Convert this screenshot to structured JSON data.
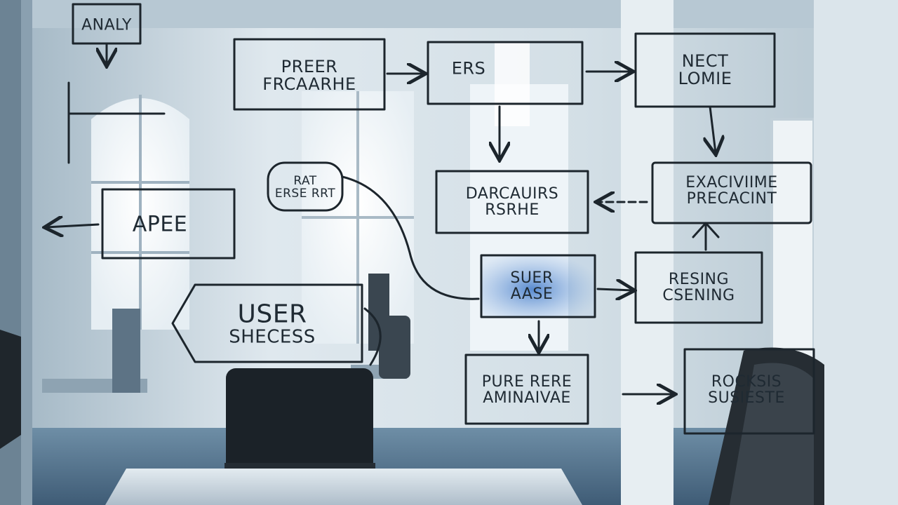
{
  "whiteboard": {
    "notes": {
      "top_tag": "ANALY",
      "preer": [
        "PREER",
        "FRCAARHE"
      ],
      "ers": "ERS",
      "nect": [
        "NECT",
        "LOMIE"
      ],
      "rat": [
        "RAT",
        "ERSE RRT"
      ],
      "dark": [
        "DARCAUIRS",
        "RSRHE"
      ],
      "exac": [
        "EXACIVIIME",
        "PRECACINT"
      ],
      "apee": "APEE",
      "user": [
        "USER",
        "SHECESS"
      ],
      "suer": [
        "SUER",
        "AASE"
      ],
      "resing": [
        "RESING",
        "CSENING"
      ],
      "pure": [
        "PURE RERE",
        "AMINAIVAE"
      ],
      "rocks": [
        "ROCKSIS",
        "SUSIESTE"
      ]
    }
  },
  "colors": {
    "wall": "#dfe8ee",
    "ink": "#1c252c",
    "highlight": "#3e78c9"
  }
}
